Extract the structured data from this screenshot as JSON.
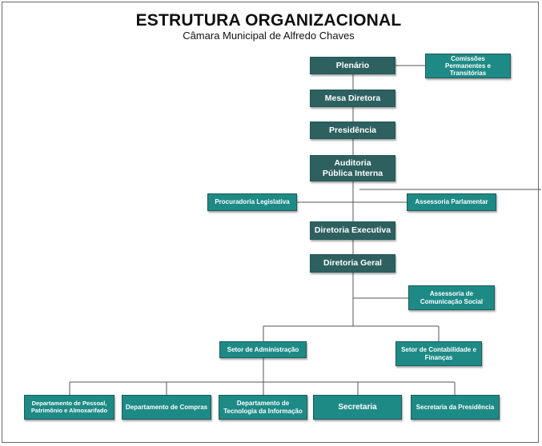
{
  "title": "ESTRUTURA ORGANIZACIONAL",
  "subtitle": "Câmara Municipal de Alfredo Chaves",
  "colors": {
    "primary_box": "#2e6060",
    "secondary_box": "#1e8a86",
    "line": "#555555"
  },
  "nodes": {
    "plenario": "Plenário",
    "comissoes": "Comissões Permanentes e Transitórias",
    "mesa_diretora": "Mesa Diretora",
    "presidencia": "Presidência",
    "auditoria": "Auditoria Pública Interna",
    "procuradoria": "Procuradoria Legislativa",
    "assessoria_parlamentar": "Assessoria Parlamentar",
    "diretoria_executiva": "Diretoria Executiva",
    "diretoria_geral": "Diretoria Geral",
    "assessoria_comunicacao": "Assessoria de Comunicação Social",
    "setor_administracao": "Setor de Administração",
    "setor_contabilidade": "Setor de Contabilidade e Finanças",
    "dep_pessoal": "Departamento de Pessoal, Patrimônio e Almoxarifado",
    "dep_compras": "Departamento de Compras",
    "dep_ti": "Departamento de Tecnologia da Informação",
    "secretaria": "Secretaria",
    "secretaria_presidencia": "Secretaria da Presidência"
  }
}
